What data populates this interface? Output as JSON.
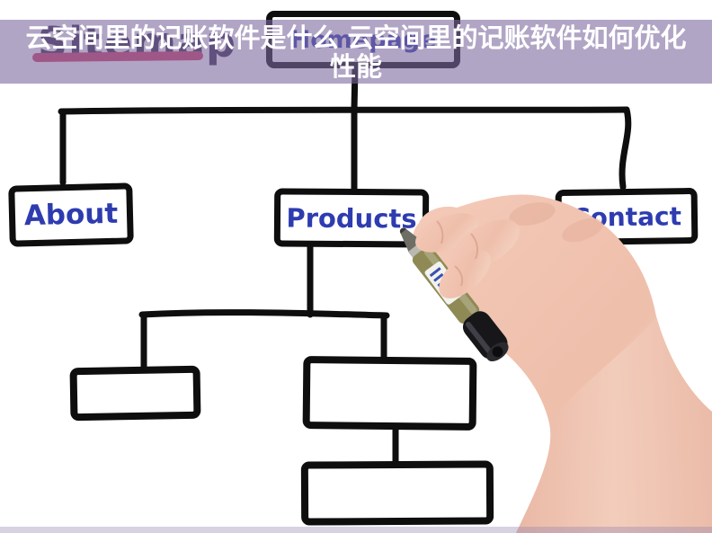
{
  "banner": {
    "title_line1": "云空间里的记账软件是什么 云空间里的记账软件如何优化",
    "title_line2": "性能",
    "text_color": "#ffffff",
    "overlay_color": "#7d69a0"
  },
  "whiteboard": {
    "heading": "Sitemap",
    "heading_color": "#352c4e",
    "underline_color": "#d23d68"
  },
  "sitemap": {
    "root": {
      "label": "Homepage"
    },
    "children": [
      {
        "label": "About"
      },
      {
        "label": "Products"
      },
      {
        "label": "Contact"
      }
    ],
    "products_children": [
      {
        "label": ""
      },
      {
        "label": ""
      },
      {
        "label": ""
      }
    ],
    "node_text_color": "#2e3cb0",
    "line_color": "#0e0e0e"
  },
  "photo": {
    "hand": "right-hand-holding-marker",
    "skin_color": "#f0c3b0",
    "marker_body_color": "#8f8a55",
    "marker_cap_color": "#17171a"
  }
}
